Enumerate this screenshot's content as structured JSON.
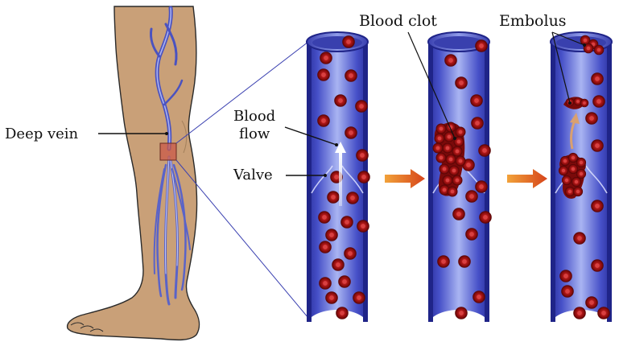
{
  "labels": {
    "deep_vein": "Deep vein",
    "blood_flow_line1": "Blood",
    "blood_flow_line2": "flow",
    "valve": "Valve",
    "blood_clot": "Blood clot",
    "embolus": "Embolus"
  },
  "colors": {
    "skin": "#c9a078",
    "skin_outline": "#2a2a2a",
    "vein": "#5a63c8",
    "vein_light": "#b8bff0",
    "tube_dark": "#2a2f9c",
    "tube_mid": "#5b66d6",
    "tube_light": "#a9b4f2",
    "cell": "#9c1010",
    "cell_center": "#d23a3a",
    "arrow": "#e0631e",
    "zoom_box": "#c95a48"
  }
}
